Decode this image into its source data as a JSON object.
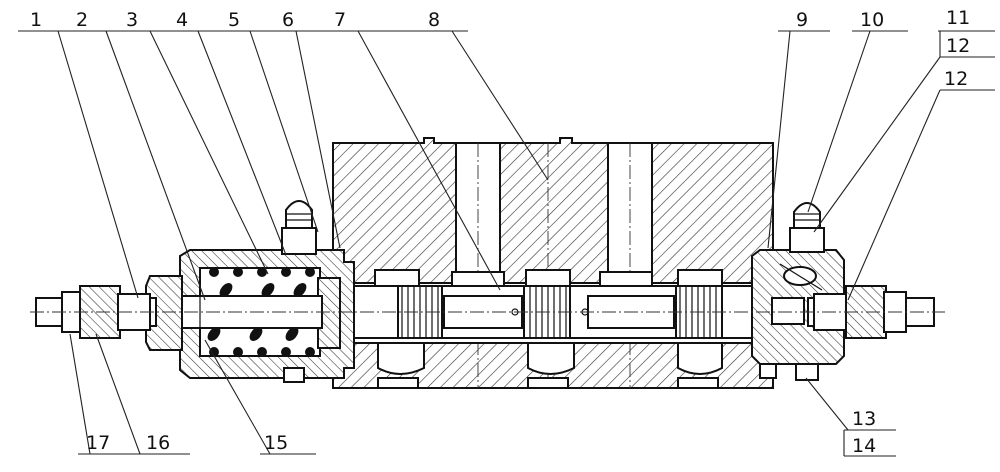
{
  "diagram": {
    "top_labels": [
      "1",
      "2",
      "3",
      "4",
      "5",
      "6",
      "7",
      "8",
      "9",
      "10",
      "11",
      "12"
    ],
    "boxed_label_upper_right": "12",
    "right_label": "12",
    "bottom_labels": [
      "17",
      "16",
      "15"
    ],
    "bottom_right_labels": [
      "13",
      "14"
    ]
  }
}
